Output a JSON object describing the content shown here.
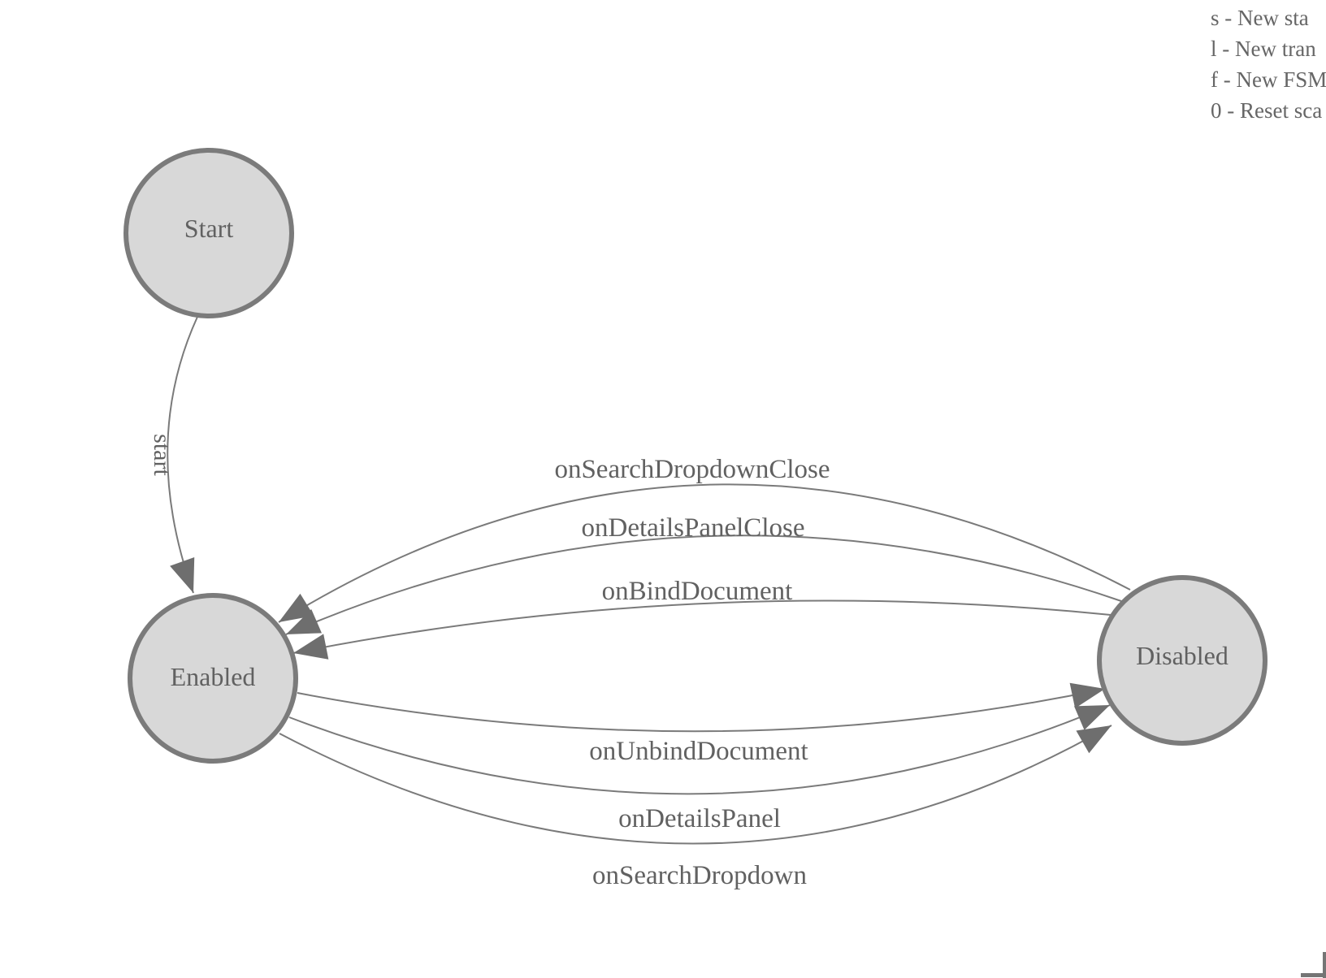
{
  "diagram": {
    "nodes": [
      {
        "id": "start",
        "label": "Start"
      },
      {
        "id": "enabled",
        "label": "Enabled"
      },
      {
        "id": "disabled",
        "label": "Disabled"
      }
    ],
    "edges": [
      {
        "from": "Start",
        "to": "Enabled",
        "label": "start"
      },
      {
        "from": "Disabled",
        "to": "Enabled",
        "label": "onSearchDropdownClose"
      },
      {
        "from": "Disabled",
        "to": "Enabled",
        "label": "onDetailsPanelClose"
      },
      {
        "from": "Disabled",
        "to": "Enabled",
        "label": "onBindDocument"
      },
      {
        "from": "Enabled",
        "to": "Disabled",
        "label": "onUnbindDocument"
      },
      {
        "from": "Enabled",
        "to": "Disabled",
        "label": "onDetailsPanel"
      },
      {
        "from": "Enabled",
        "to": "Disabled",
        "label": "onSearchDropdown"
      }
    ],
    "colors": {
      "node_fill": "#d8d8d8",
      "node_stroke": "#7b7b7b",
      "edge_stroke": "#7a7a7a",
      "arrow_fill": "#6e6e6e",
      "label_text": "#616161",
      "legend_text": "#666666",
      "background": "#ffffff"
    }
  },
  "legend": {
    "shortcuts": [
      "s - New sta",
      "l - New tran",
      "f - New FSM",
      "0 - Reset sca"
    ]
  }
}
